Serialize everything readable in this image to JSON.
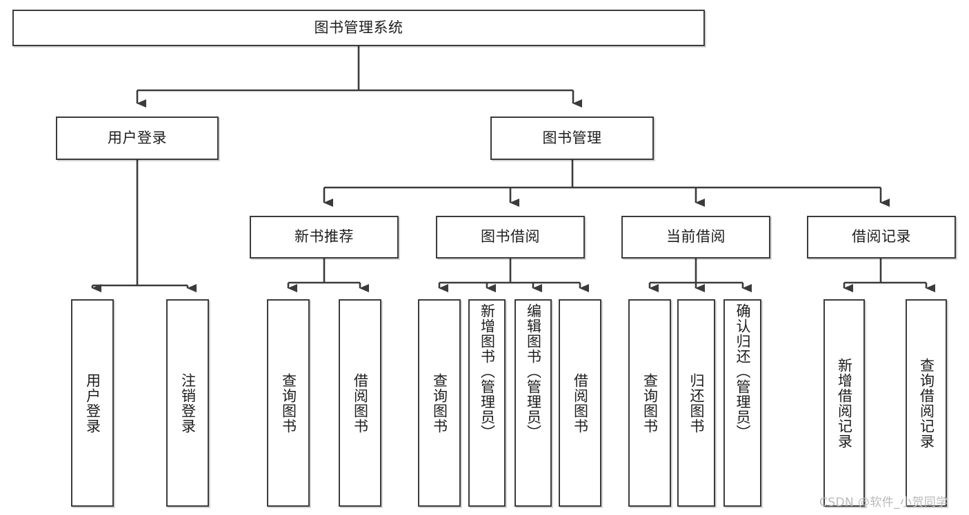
{
  "diagram": {
    "type": "tree-hierarchy",
    "title": "图书管理系统",
    "watermark": "CSDN @软件_小贺同学",
    "colors": {
      "box_border": "#3b3b3b",
      "box_fill": "#ffffff",
      "connector": "#3b3b3b",
      "text": "#1d1d1d",
      "watermark": "#b9b9b9"
    },
    "nodes": {
      "root": {
        "label": "图书管理系统",
        "level": 0,
        "orientation": "horizontal"
      },
      "user_login": {
        "label": "用户登录",
        "level": 1,
        "orientation": "horizontal"
      },
      "book_manage": {
        "label": "图书管理",
        "level": 1,
        "orientation": "horizontal"
      },
      "new_book_rec": {
        "label": "新书推荐",
        "level": 2,
        "orientation": "horizontal"
      },
      "book_borrow": {
        "label": "图书借阅",
        "level": 2,
        "orientation": "horizontal"
      },
      "current_borrow": {
        "label": "当前借阅",
        "level": 2,
        "orientation": "horizontal"
      },
      "borrow_record": {
        "label": "借阅记录",
        "level": 2,
        "orientation": "horizontal"
      },
      "leaf_user_login": {
        "label": "用户登录",
        "level": 3,
        "orientation": "vertical",
        "parent": "用户登录"
      },
      "leaf_logout": {
        "label": "注销登录",
        "level": 3,
        "orientation": "vertical",
        "parent": "用户登录"
      },
      "leaf_query_book_1": {
        "label": "查询图书",
        "level": 3,
        "orientation": "vertical",
        "parent": "新书推荐"
      },
      "leaf_borrow_book_1": {
        "label": "借阅图书",
        "level": 3,
        "orientation": "vertical",
        "parent": "新书推荐"
      },
      "leaf_query_book_2": {
        "label": "查询图书",
        "level": 3,
        "orientation": "vertical",
        "parent": "图书借阅"
      },
      "leaf_add_book": {
        "label": "新增图书（管理员）",
        "level": 3,
        "orientation": "vertical",
        "parent": "图书借阅"
      },
      "leaf_edit_book": {
        "label": "编辑图书（管理员）",
        "level": 3,
        "orientation": "vertical",
        "parent": "图书借阅"
      },
      "leaf_borrow_book_2": {
        "label": "借阅图书",
        "level": 3,
        "orientation": "vertical",
        "parent": "图书借阅"
      },
      "leaf_query_book_3": {
        "label": "查询图书",
        "level": 3,
        "orientation": "vertical",
        "parent": "当前借阅"
      },
      "leaf_return_book": {
        "label": "归还图书",
        "level": 3,
        "orientation": "vertical",
        "parent": "当前借阅"
      },
      "leaf_confirm_return": {
        "label": "确认归还（管理员）",
        "level": 3,
        "orientation": "vertical",
        "parent": "当前借阅"
      },
      "leaf_add_record": {
        "label": "新增借阅记录",
        "level": 3,
        "orientation": "vertical",
        "parent": "借阅记录"
      },
      "leaf_query_record": {
        "label": "查询借阅记录",
        "level": 3,
        "orientation": "vertical",
        "parent": "借阅记录"
      }
    }
  }
}
